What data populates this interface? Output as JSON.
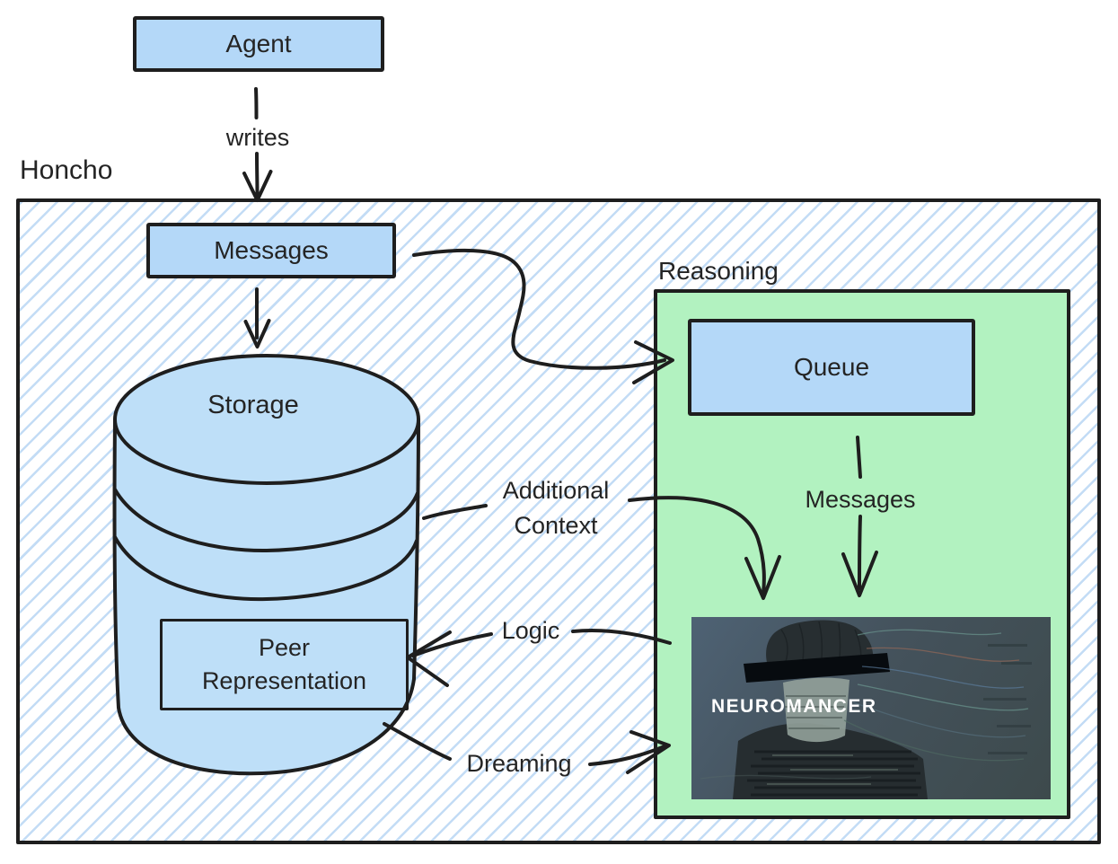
{
  "containers": {
    "honcho": "Honcho",
    "reasoning": "Reasoning"
  },
  "nodes": {
    "agent": "Agent",
    "messages": "Messages",
    "storage": "Storage",
    "peer_representation_line1": "Peer",
    "peer_representation_line2": "Representation",
    "queue": "Queue",
    "neuromancer": "NEUROMANCER"
  },
  "edges": {
    "writes": "writes",
    "queue_messages": "Messages",
    "additional_context_line1": "Additional",
    "additional_context_line2": "Context",
    "logic": "Logic",
    "dreaming": "Dreaming"
  },
  "colors": {
    "node_fill_blue": "#b4d8f8",
    "cylinder_fill_blue": "#bedff8",
    "reasoning_fill_green": "#b2f2c0",
    "hatch_line_blue": "#c3dcf5",
    "outline_black": "#1e1e1e",
    "neuromancer_bg": "#44525c",
    "neuromancer_text": "#ffffff"
  }
}
